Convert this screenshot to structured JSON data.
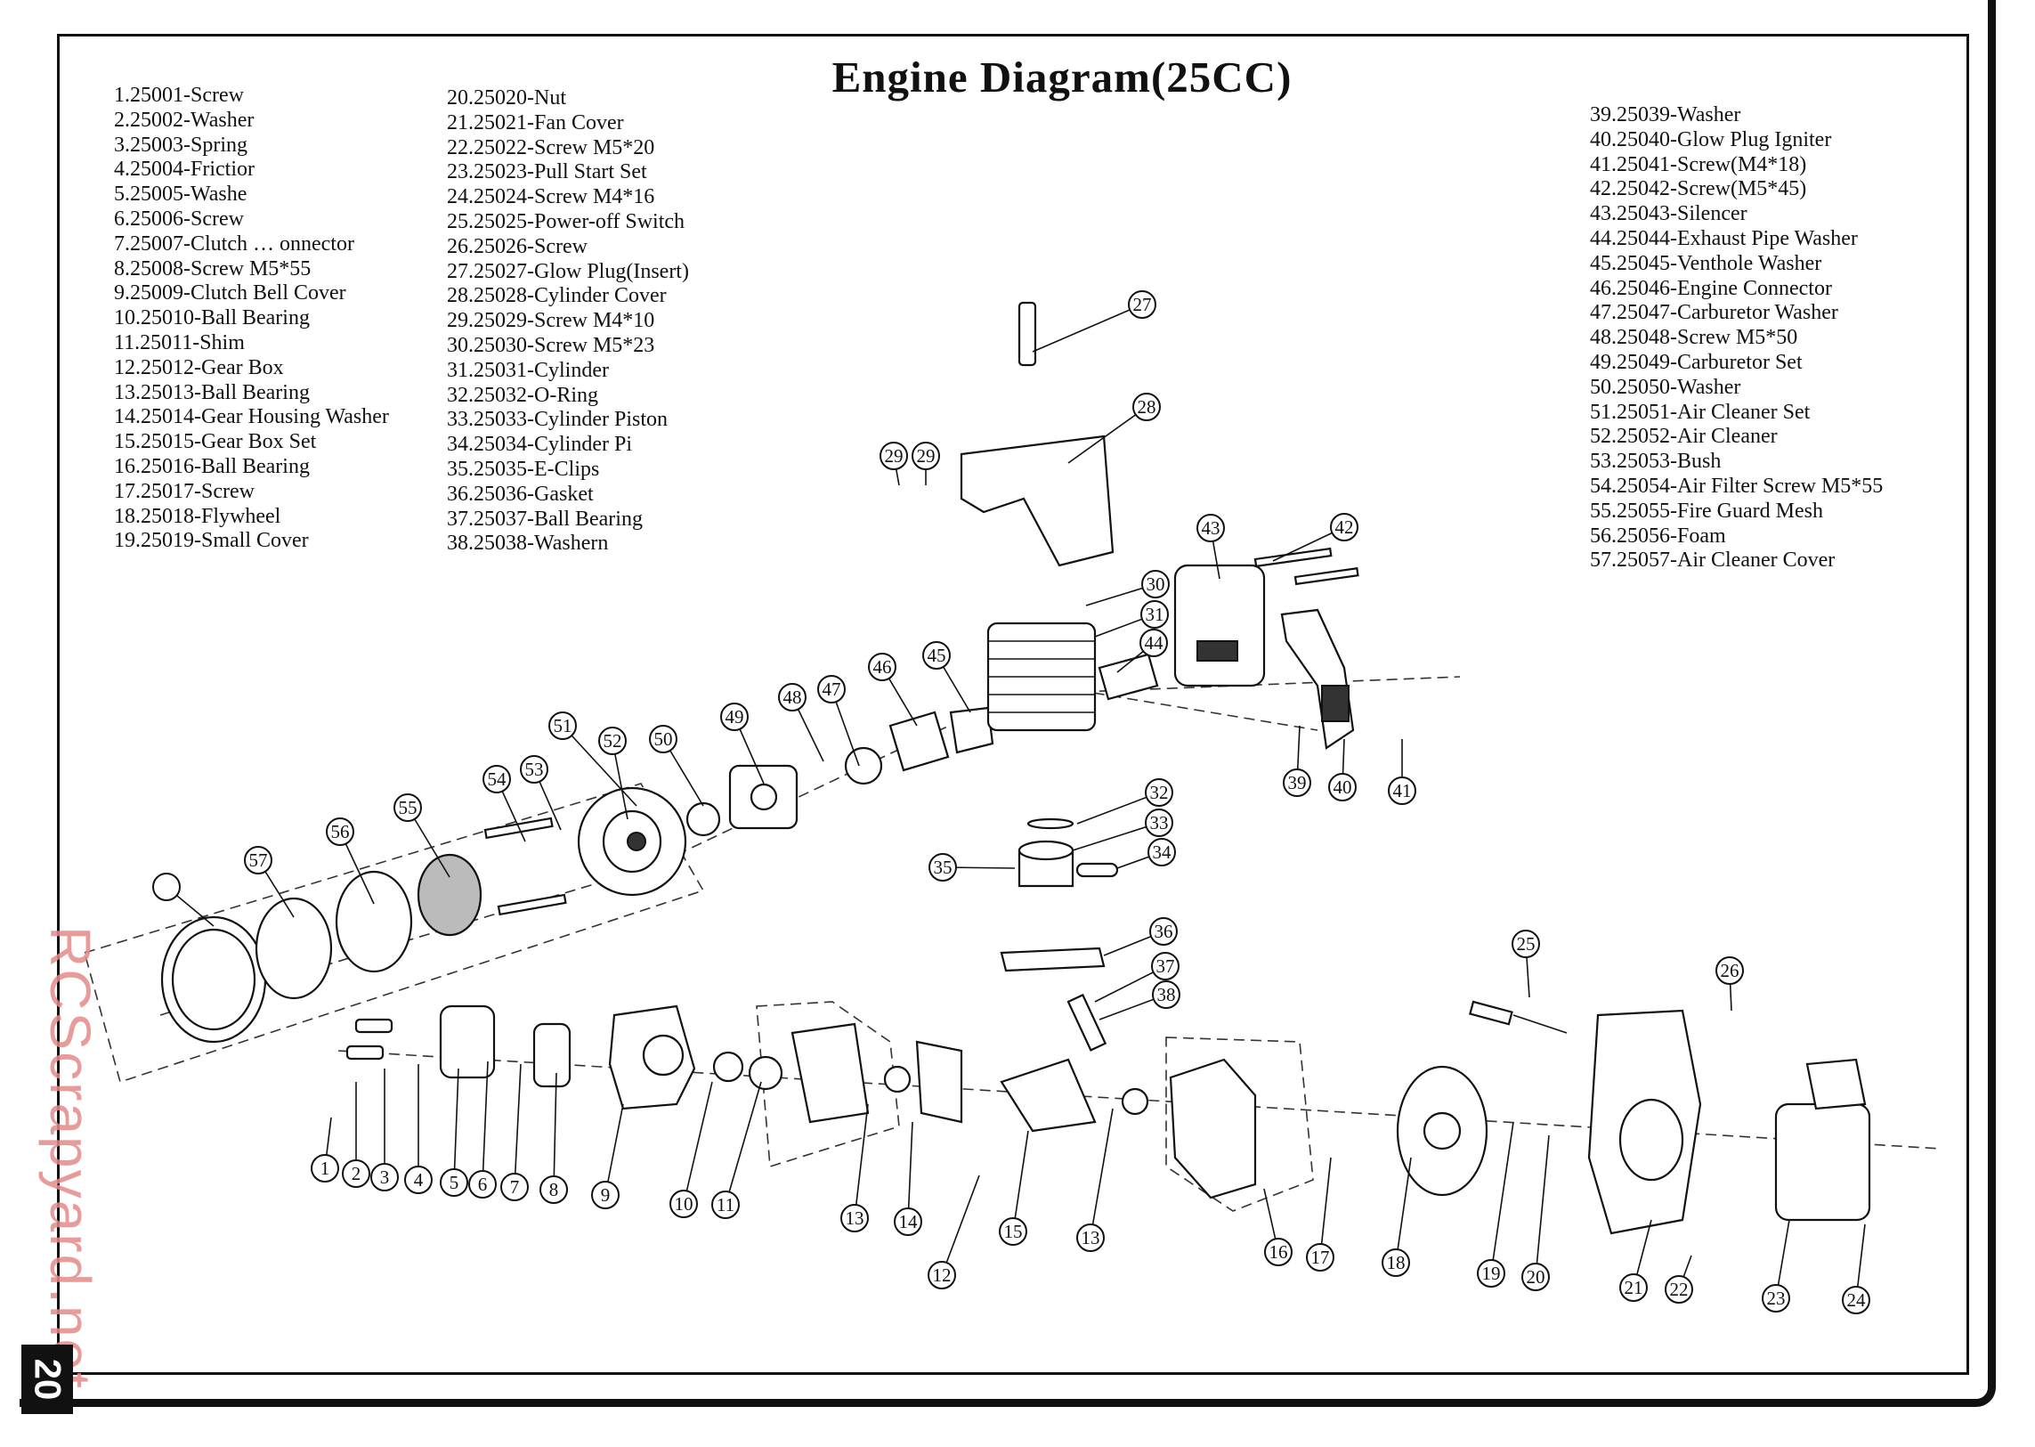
{
  "title": "Engine Diagram(25CC)",
  "page_number": "20",
  "watermark": "RCScrapyard.net",
  "parts_col1": [
    "1.25001-Screw",
    "2.25002-Washer",
    "3.25003-Spring",
    "4.25004-Frictior",
    "5.25005-Washe",
    "6.25006-Screw",
    "7.25007-Clutch … onnector",
    "8.25008-Screw M5*55",
    "9.25009-Clutch Bell Cover",
    "10.25010-Ball Bearing",
    "11.25011-Shim",
    "12.25012-Gear Box",
    "13.25013-Ball Bearing",
    "14.25014-Gear Housing Washer",
    "15.25015-Gear Box Set",
    "16.25016-Ball Bearing",
    "17.25017-Screw",
    "18.25018-Flywheel",
    "19.25019-Small Cover"
  ],
  "parts_col2": [
    "20.25020-Nut",
    "21.25021-Fan Cover",
    "22.25022-Screw M5*20",
    "23.25023-Pull Start Set",
    "24.25024-Screw M4*16",
    "25.25025-Power-off Switch",
    "26.25026-Screw",
    "27.25027-Glow Plug(Insert)",
    "28.25028-Cylinder Cover",
    "29.25029-Screw M4*10",
    "30.25030-Screw M5*23",
    "31.25031-Cylinder",
    "32.25032-O-Ring",
    "33.25033-Cylinder Piston",
    "34.25034-Cylinder Pi",
    "35.25035-E-Clips",
    "36.25036-Gasket",
    "37.25037-Ball Bearing",
    "38.25038-Washern"
  ],
  "parts_col3": [
    "39.25039-Washer",
    "40.25040-Glow Plug Igniter",
    "41.25041-Screw(M4*18)",
    "42.25042-Screw(M5*45)",
    "43.25043-Silencer",
    "44.25044-Exhaust Pipe Washer",
    "45.25045-Venthole Washer",
    "46.25046-Engine Connector",
    "47.25047-Carburetor Washer",
    "48.25048-Screw M5*50",
    "49.25049-Carburetor Set",
    "50.25050-Washer",
    "51.25051-Air Cleaner Set",
    "52.25052-Air Cleaner",
    "53.25053-Bush",
    "54.25054-Air Filter Screw M5*55",
    "55.25055-Fire Guard Mesh",
    "56.25056-Foam",
    "57.25057-Air Cleaner Cover"
  ],
  "callouts": [
    "1",
    "2",
    "3",
    "4",
    "5",
    "6",
    "7",
    "8",
    "9",
    "10",
    "11",
    "13",
    "14",
    "15",
    "12",
    "13",
    "16",
    "17",
    "18",
    "19",
    "20",
    "21",
    "22",
    "23",
    "24",
    "25",
    "26",
    "27",
    "28",
    "29",
    "29",
    "30",
    "31",
    "32",
    "33",
    "34",
    "35",
    "36",
    "37",
    "38",
    "39",
    "40",
    "41",
    "42",
    "43",
    "44",
    "45",
    "46",
    "47",
    "48",
    "49",
    "50",
    "51",
    "52",
    "53",
    "54",
    "55",
    "56",
    "57"
  ]
}
